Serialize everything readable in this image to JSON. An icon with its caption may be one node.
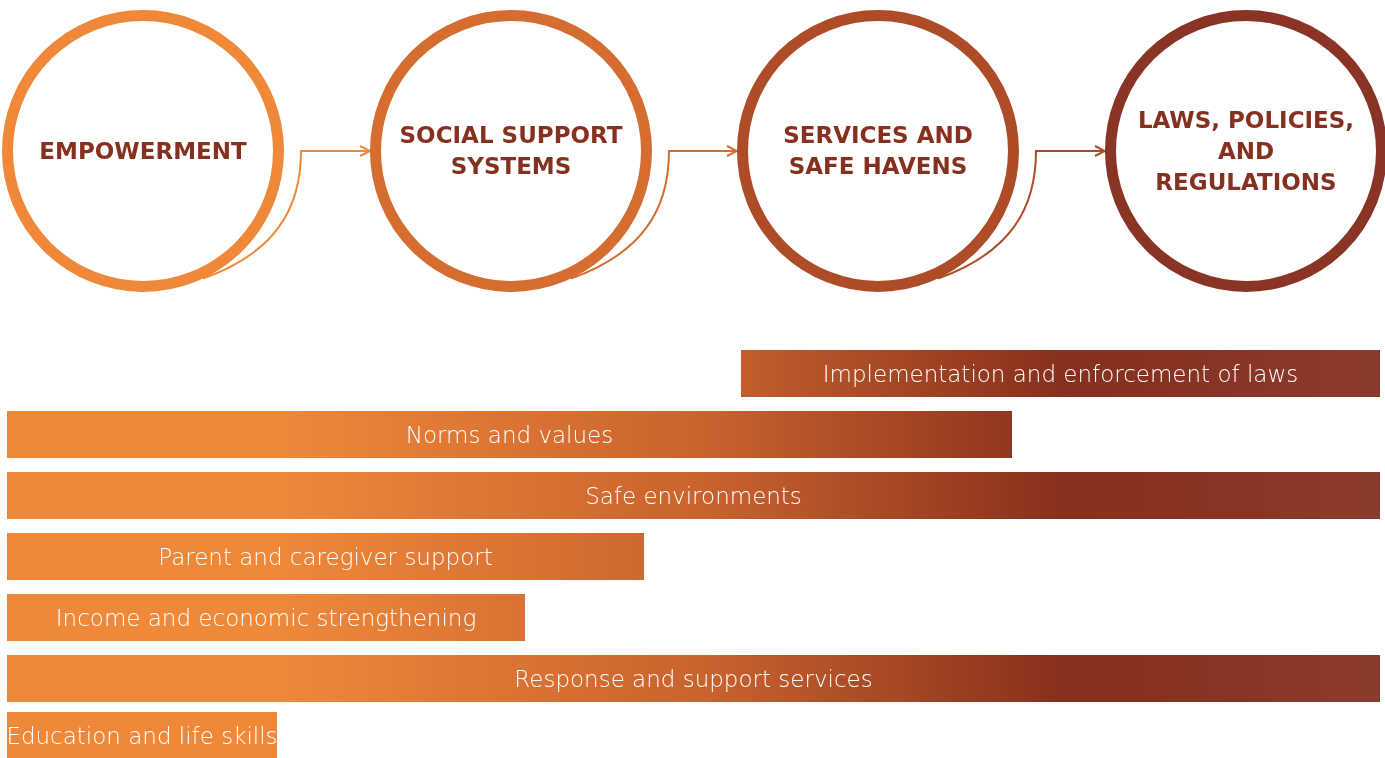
{
  "diagram": {
    "nodes": [
      {
        "text": [
          "EMPOWERMENT"
        ]
      },
      {
        "text": [
          "SOCIAL SUPPORT SYSTEMS"
        ]
      },
      {
        "text": [
          "SERVICES AND SAFE HAVENS"
        ]
      },
      {
        "text": [
          "LAWS, POLICIES, AND REGULATIONS"
        ]
      },
      {
        "text": [
          "Implementation and enforcement of laws"
        ]
      },
      {
        "text": [
          "Norms and values"
        ]
      },
      {
        "text": [
          "Safe environments"
        ]
      },
      {
        "text": [
          "Parent and caregiver support"
        ]
      },
      {
        "text": [
          "Income and economic strengthening"
        ]
      },
      {
        "text": [
          "Response and support services"
        ]
      },
      {
        "text": [
          "Education and life skills"
        ]
      }
    ],
    "edges": [
      {
        "from": 0,
        "to": 1,
        "arrow": "to"
      },
      {
        "from": 1,
        "to": 2,
        "arrow": "to"
      },
      {
        "from": 2,
        "to": 3,
        "arrow": "to"
      }
    ]
  }
}
